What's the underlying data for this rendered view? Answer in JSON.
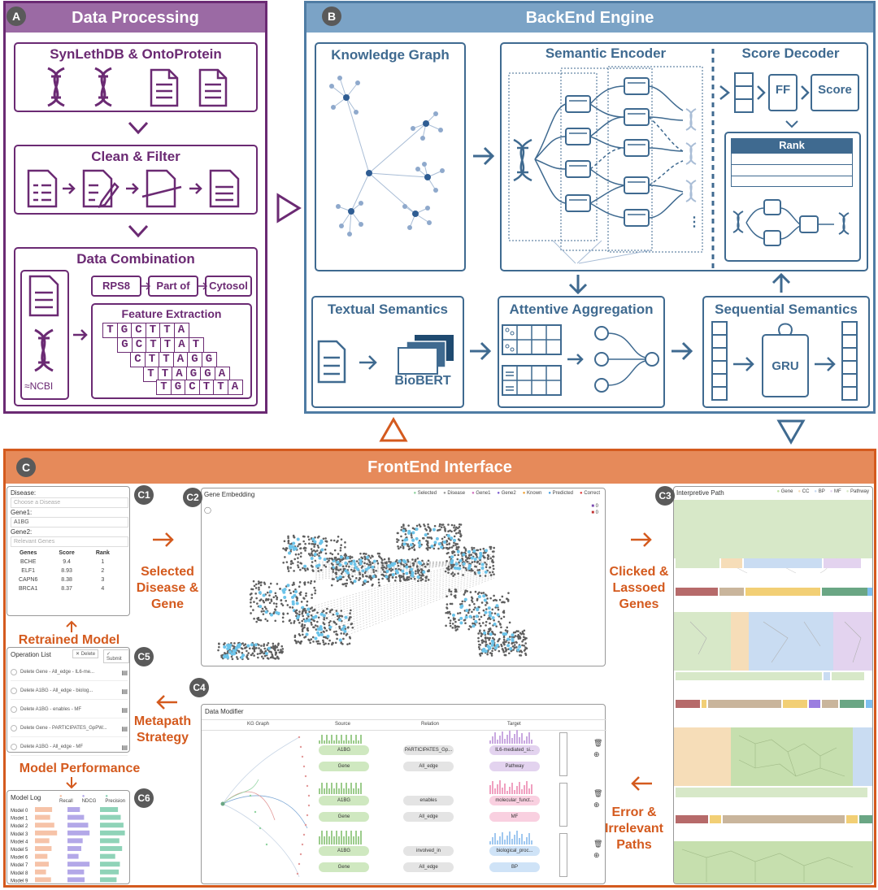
{
  "panel_a": {
    "badge": "A",
    "title": "Data Processing",
    "box1_title": "SynLethDB & OntoProtein",
    "box2_title": "Clean & Filter",
    "box3_title": "Data Combination",
    "triple": [
      "RPS8",
      "Part of",
      "Cytosol"
    ],
    "feature_title": "Feature Extraction",
    "sequences": [
      "TGCTTA",
      "GCTTAT",
      "CTTAGG",
      "TTAGGA",
      "TGCTTA"
    ],
    "ncbi": "NCBI"
  },
  "panel_b": {
    "badge": "B",
    "title": "BackEnd Engine",
    "kg_title": "Knowledge Graph",
    "enc_title": "Semantic Encoder",
    "dec_title": "Score Decoder",
    "ff": "FF",
    "score": "Score",
    "rank": "Rank",
    "text_title": "Textual Semantics",
    "biobert": "BioBERT",
    "attn_title": "Attentive Aggregation",
    "seq_title": "Sequential Semantics",
    "gru": "GRU",
    "dots": "⋮"
  },
  "panel_c": {
    "badge": "C",
    "title": "FrontEnd Interface",
    "c1": {
      "badge": "C1",
      "disease_label": "Disease:",
      "disease_placeholder": "Choose a Disease",
      "gene1_label": "Gene1:",
      "gene1_value": "A1BG",
      "gene2_label": "Gene2:",
      "gene2_placeholder": "Relevant Genes",
      "headers": [
        "Genes",
        "Score",
        "Rank"
      ],
      "rows": [
        [
          "BCHE",
          "9.4",
          "1"
        ],
        [
          "ELF1",
          "8.93",
          "2"
        ],
        [
          "CAPN6",
          "8.38",
          "3"
        ],
        [
          "BRCA1",
          "8.37",
          "4"
        ]
      ]
    },
    "c2": {
      "badge": "C2",
      "title": "Gene Embedding",
      "legend": [
        "Selected",
        "Disease",
        "Gene1",
        "Gene2",
        "Known",
        "Predicted",
        "Correct"
      ],
      "counts": [
        "0",
        "0"
      ]
    },
    "c3": {
      "badge": "C3",
      "title": "Interpretive Path",
      "legend": [
        "Gene",
        "CC",
        "BP",
        "MF",
        "Pathway"
      ]
    },
    "c4": {
      "badge": "C4",
      "title": "Data Modifier",
      "columns": [
        "KG Graph",
        "Source",
        "Relation",
        "Target"
      ],
      "rows": [
        {
          "src": "A1BG",
          "src_type": "Gene",
          "rel": "PARTICIPATES_Gp...",
          "rel2": "All_edge",
          "tgt": "IL6-mediated_si...",
          "tgt_type": "Pathway"
        },
        {
          "src": "A1BG",
          "src_type": "Gene",
          "rel": "enables",
          "rel2": "All_edge",
          "tgt": "molecular_funct...",
          "tgt_type": "MF"
        },
        {
          "src": "A1BG",
          "src_type": "Gene",
          "rel": "involved_in",
          "rel2": "All_edge",
          "tgt": "biological_proc...",
          "tgt_type": "BP"
        }
      ]
    },
    "c5": {
      "badge": "C5",
      "title": "Operation List",
      "delete_btn": "Delete",
      "submit_btn": "Submit",
      "items": [
        "Delete Gene - All_edge - IL6-me...",
        "Delete A1BG - All_edge - biolog...",
        "Delete A1BG - enables - MF",
        "Delete Gene - PARTICIPATES_GpPW...",
        "Delete A1BG - All_edge - MF"
      ]
    },
    "c6": {
      "badge": "C6",
      "title": "Model Log",
      "legend": [
        "Recall",
        "NDCG",
        "Precision"
      ],
      "models": [
        "Model 0",
        "Model 1",
        "Model 2",
        "Model 3",
        "Model 4",
        "Model 5",
        "Model 6",
        "Model 7",
        "Model 8",
        "Model 9"
      ],
      "recall": [
        0.62,
        0.55,
        0.7,
        0.8,
        0.52,
        0.6,
        0.45,
        0.5,
        0.4,
        0.58
      ],
      "ndcg": [
        0.45,
        0.6,
        0.75,
        0.8,
        0.55,
        0.5,
        0.4,
        0.8,
        0.6,
        0.62
      ],
      "precision": [
        0.65,
        0.75,
        0.85,
        0.9,
        0.7,
        0.8,
        0.55,
        0.72,
        0.68,
        0.6
      ]
    },
    "labels": {
      "selected": "Selected Disease & Gene",
      "clicked": "Clicked & Lassoed Genes",
      "retrained": "Retrained Model",
      "metapath": "Metapath Strategy",
      "performance": "Model Performance",
      "error": "Error & Irrelevant Paths"
    }
  },
  "colors": {
    "purple": "#6b2a73",
    "blue": "#3f6a90",
    "orange": "#d45a1e"
  }
}
